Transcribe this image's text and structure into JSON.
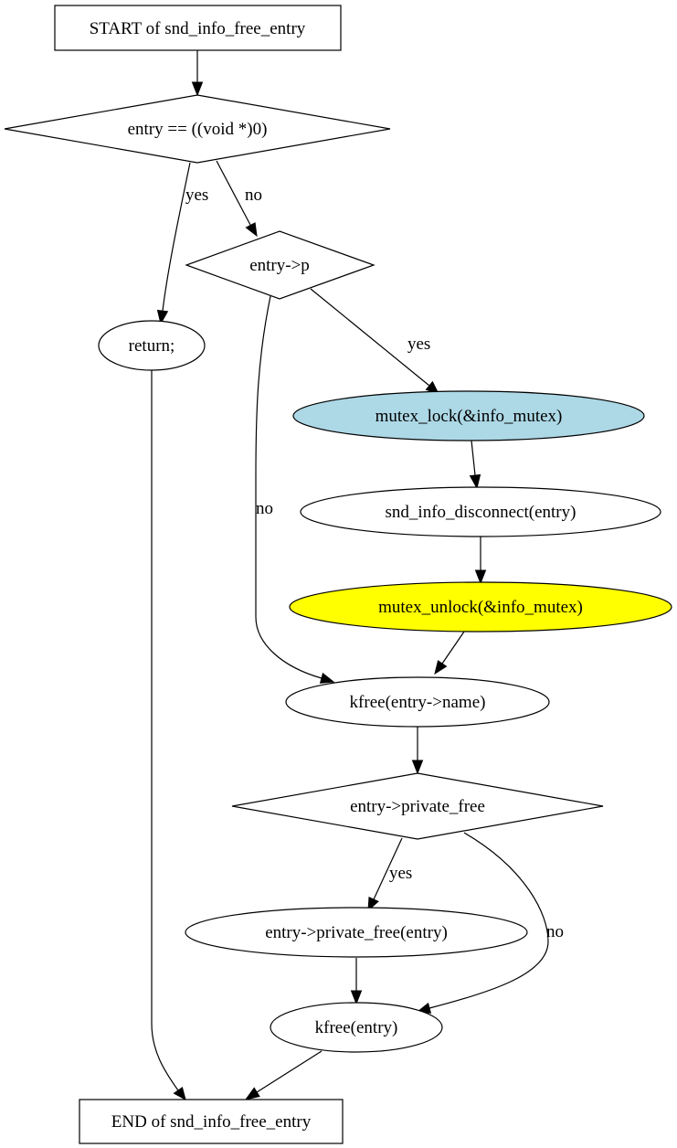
{
  "diagram": {
    "type": "flowchart",
    "colors": {
      "stroke": "#000000",
      "background": "#ffffff",
      "mutex_lock_fill": "#add8e6",
      "mutex_unlock_fill": "#ffff00"
    },
    "nodes": {
      "start": {
        "shape": "box",
        "label": "START of snd_info_free_entry"
      },
      "check_entry_null": {
        "shape": "diamond",
        "label": "entry == ((void *)0)"
      },
      "return_stmt": {
        "shape": "ellipse",
        "label": "return;"
      },
      "check_entry_p": {
        "shape": "diamond",
        "label": "entry->p"
      },
      "mutex_lock": {
        "shape": "ellipse",
        "label": "mutex_lock(&info_mutex)",
        "fill": "#add8e6"
      },
      "disconnect": {
        "shape": "ellipse",
        "label": "snd_info_disconnect(entry)"
      },
      "mutex_unlock": {
        "shape": "ellipse",
        "label": "mutex_unlock(&info_mutex)",
        "fill": "#ffff00"
      },
      "kfree_name": {
        "shape": "ellipse",
        "label": "kfree(entry->name)"
      },
      "check_private_free": {
        "shape": "diamond",
        "label": "entry->private_free"
      },
      "call_private_free": {
        "shape": "ellipse",
        "label": "entry->private_free(entry)"
      },
      "kfree_entry": {
        "shape": "ellipse",
        "label": "kfree(entry)"
      },
      "end": {
        "shape": "box",
        "label": "END of snd_info_free_entry"
      }
    },
    "edges": [
      {
        "from": "start",
        "to": "check_entry_null",
        "label": ""
      },
      {
        "from": "check_entry_null",
        "to": "return_stmt",
        "label": "yes"
      },
      {
        "from": "check_entry_null",
        "to": "check_entry_p",
        "label": "no"
      },
      {
        "from": "check_entry_p",
        "to": "mutex_lock",
        "label": "yes"
      },
      {
        "from": "check_entry_p",
        "to": "kfree_name",
        "label": "no"
      },
      {
        "from": "mutex_lock",
        "to": "disconnect",
        "label": ""
      },
      {
        "from": "disconnect",
        "to": "mutex_unlock",
        "label": ""
      },
      {
        "from": "mutex_unlock",
        "to": "kfree_name",
        "label": ""
      },
      {
        "from": "kfree_name",
        "to": "check_private_free",
        "label": ""
      },
      {
        "from": "check_private_free",
        "to": "call_private_free",
        "label": "yes"
      },
      {
        "from": "check_private_free",
        "to": "kfree_entry",
        "label": "no"
      },
      {
        "from": "call_private_free",
        "to": "kfree_entry",
        "label": ""
      },
      {
        "from": "return_stmt",
        "to": "end",
        "label": ""
      },
      {
        "from": "kfree_entry",
        "to": "end",
        "label": ""
      }
    ]
  }
}
